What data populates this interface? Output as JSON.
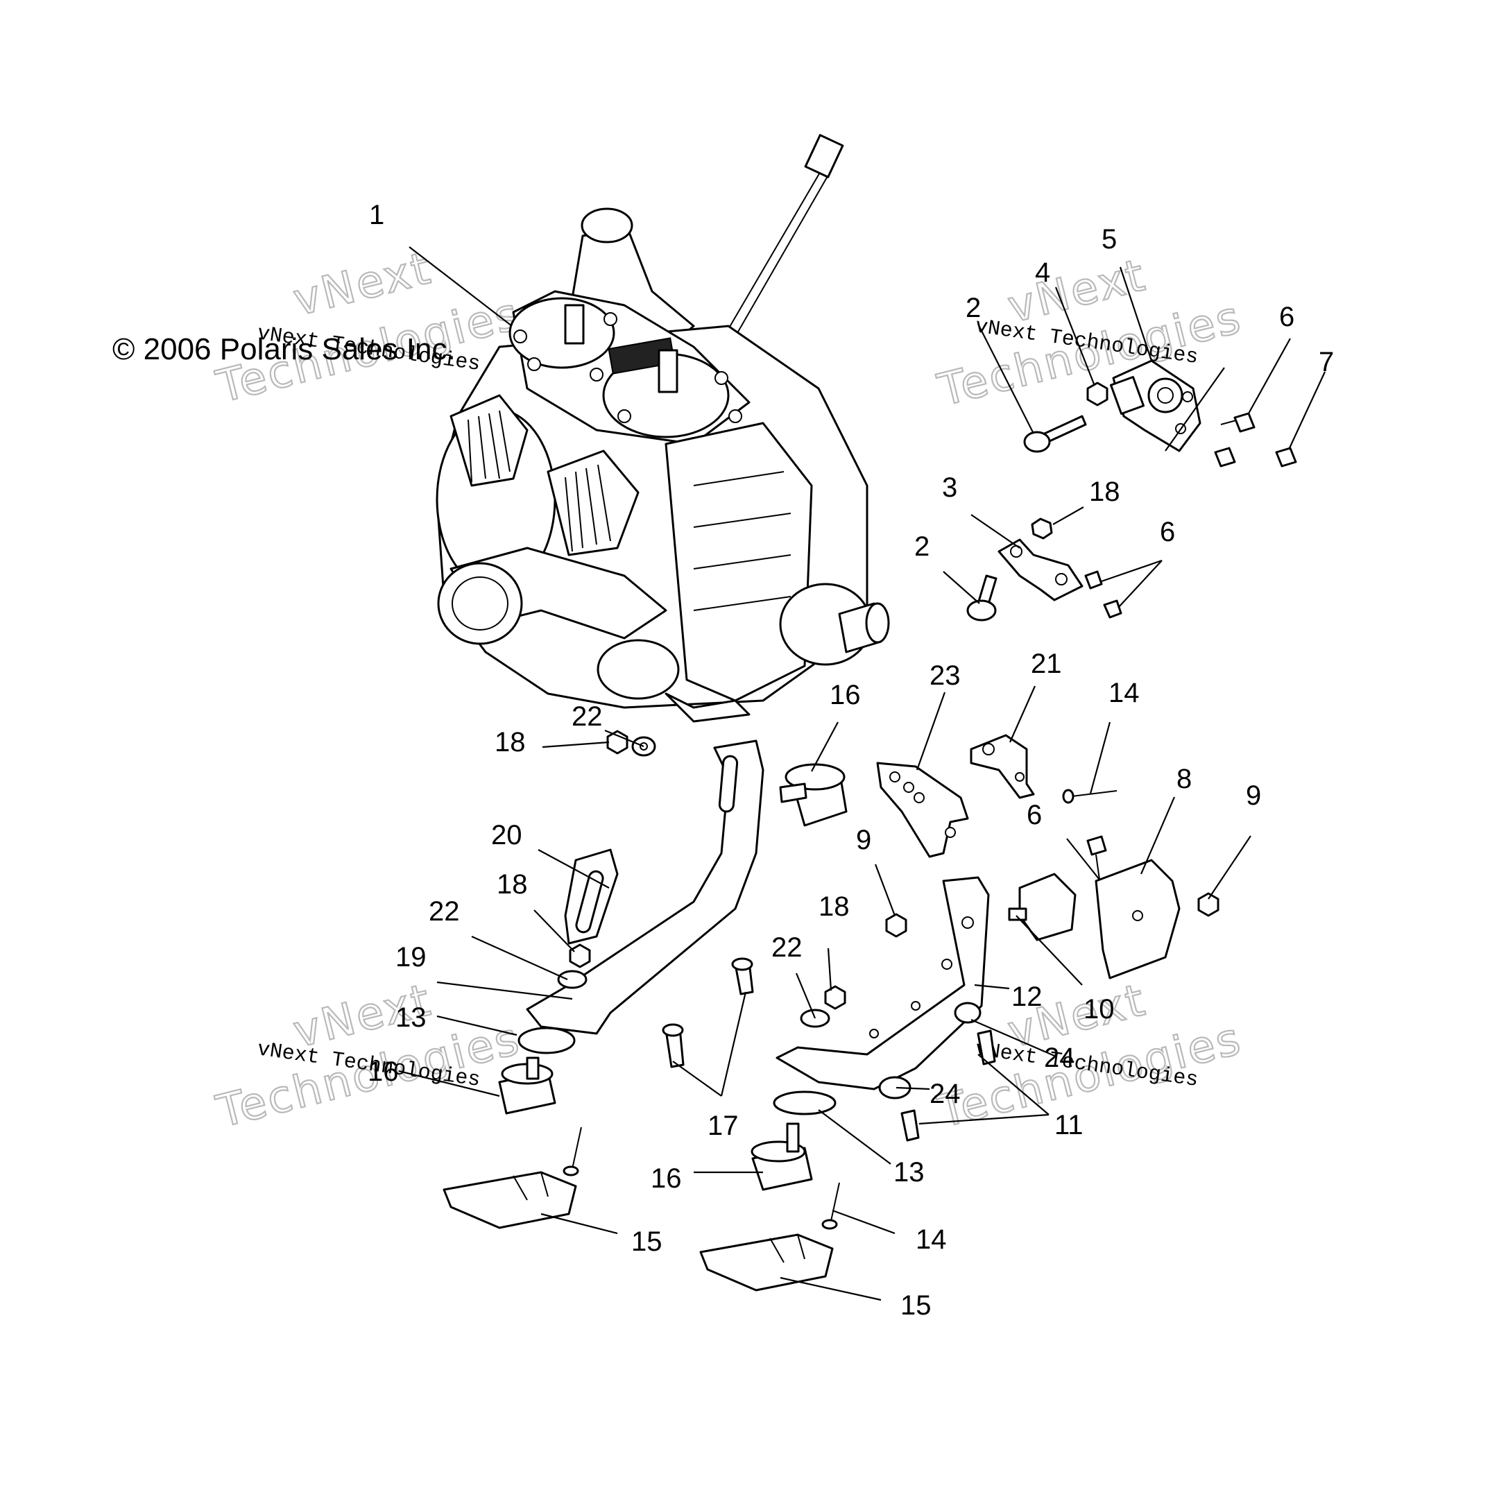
{
  "copyright": "© 2006 Polaris Sales Inc.",
  "watermark": {
    "line1": "vNext",
    "line2": "Technologies",
    "small": "vNext Technologies"
  },
  "callouts": {
    "c1": "1",
    "c2a": "2",
    "c2b": "2",
    "c3": "3",
    "c4": "4",
    "c5": "5",
    "c6a": "6",
    "c6b": "6",
    "c6c": "6",
    "c7": "7",
    "c8": "8",
    "c9a": "9",
    "c9b": "9",
    "c10": "10",
    "c11": "11",
    "c12": "12",
    "c13a": "13",
    "c13b": "13",
    "c14a": "14",
    "c14b": "14",
    "c15a": "15",
    "c15b": "15",
    "c16a": "16",
    "c16b": "16",
    "c16c": "16",
    "c17": "17",
    "c18a": "18",
    "c18b": "18",
    "c18c": "18",
    "c18d": "18",
    "c19": "19",
    "c20": "20",
    "c21": "21",
    "c22a": "22",
    "c22b": "22",
    "c22c": "22",
    "c23": "23",
    "c24a": "24",
    "c24b": "24"
  }
}
